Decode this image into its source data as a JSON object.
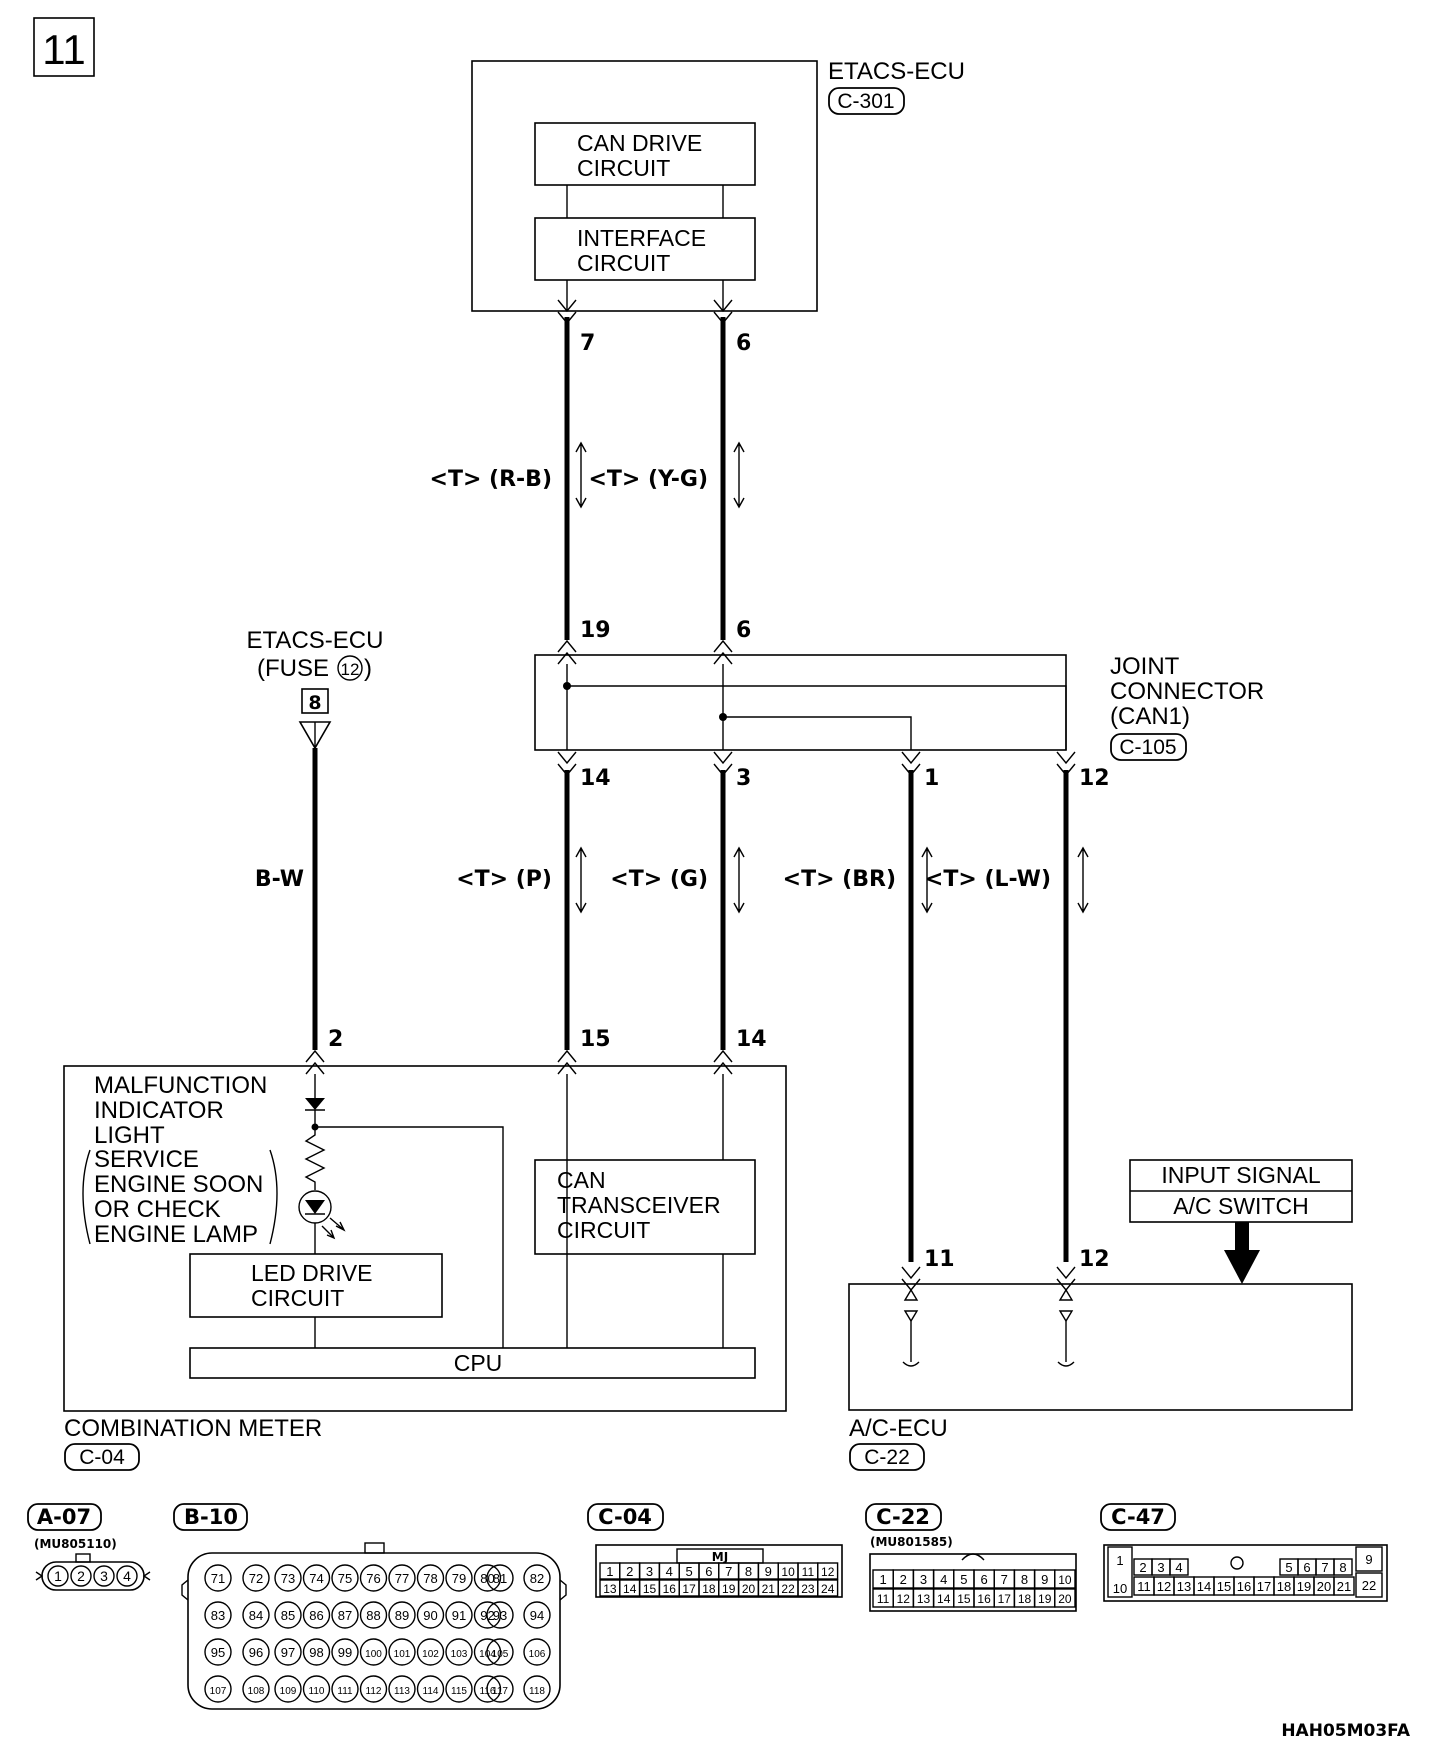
{
  "page_number": "11",
  "etacs": {
    "name": "ETACS-ECU",
    "connector": "C-301",
    "can_drive": [
      "CAN DRIVE",
      "CIRCUIT"
    ],
    "interface": [
      "INTERFACE",
      "CIRCUIT"
    ],
    "pin_left": "7",
    "pin_right": "6"
  },
  "wires_upper": {
    "left_label": "<T> (R-B)",
    "right_label": "<T> (Y-G)"
  },
  "joint": {
    "title": [
      "JOINT",
      "CONNECTOR",
      "(CAN1)"
    ],
    "connector": "C-105",
    "pin_in_left": "19",
    "pin_in_right": "6",
    "pin_out_1": "14",
    "pin_out_2": "3",
    "pin_out_3": "1",
    "pin_out_4": "12"
  },
  "fuse": {
    "title": "ETACS-ECU",
    "label": "(FUSE",
    "number": "12",
    "close": ")",
    "terminal": "8",
    "wire": "B-W"
  },
  "wires_lower": {
    "p": "<T> (P)",
    "g": "<T> (G)",
    "br": "<T> (BR)",
    "lw": "<T> (L-W)"
  },
  "meter": {
    "pin_power": "2",
    "pin_can_h": "15",
    "pin_can_l": "14",
    "mil": [
      "MALFUNCTION",
      "INDICATOR",
      "LIGHT",
      "SERVICE",
      "ENGINE SOON",
      "OR CHECK",
      "ENGINE LAMP"
    ],
    "can_transceiver": [
      "CAN",
      "TRANSCEIVER",
      "CIRCUIT"
    ],
    "led_drive": [
      "LED DRIVE",
      "CIRCUIT"
    ],
    "cpu": "CPU",
    "name": "COMBINATION METER",
    "connector": "C-04"
  },
  "ac": {
    "input_signal": "INPUT SIGNAL",
    "switch": "A/C SWITCH",
    "pin_left": "11",
    "pin_right": "12",
    "name": "A/C-ECU",
    "connector": "C-22"
  },
  "connectors": {
    "a07": {
      "tag": "A-07",
      "part": "(MU805110)",
      "pins": [
        "1",
        "2",
        "3",
        "4"
      ]
    },
    "b10": {
      "tag": "B-10",
      "rows": [
        [
          "71",
          "72",
          "73",
          "74",
          "75",
          "76",
          "77",
          "78",
          "79",
          "80",
          "81",
          "82"
        ],
        [
          "83",
          "84",
          "85",
          "86",
          "87",
          "88",
          "89",
          "90",
          "91",
          "92",
          "93",
          "94"
        ],
        [
          "95",
          "96",
          "97",
          "98",
          "99",
          "100",
          "101",
          "102",
          "103",
          "104",
          "105",
          "106"
        ],
        [
          "107",
          "108",
          "109",
          "110",
          "111",
          "112",
          "113",
          "114",
          "115",
          "116",
          "117",
          "118"
        ]
      ]
    },
    "c04": {
      "tag": "C-04",
      "key": "MJ",
      "rows": [
        [
          "1",
          "2",
          "3",
          "4",
          "5",
          "6",
          "7",
          "8",
          "9",
          "10",
          "11",
          "12"
        ],
        [
          "13",
          "14",
          "15",
          "16",
          "17",
          "18",
          "19",
          "20",
          "21",
          "22",
          "23",
          "24"
        ]
      ]
    },
    "c22": {
      "tag": "C-22",
      "part": "(MU801585)",
      "rows": [
        [
          "1",
          "2",
          "3",
          "4",
          "5",
          "6",
          "7",
          "8",
          "9",
          "10"
        ],
        [
          "11",
          "12",
          "13",
          "14",
          "15",
          "16",
          "17",
          "18",
          "19",
          "20"
        ]
      ]
    },
    "c47": {
      "tag": "C-47",
      "top_left": "1",
      "bottom_left": "10",
      "top": [
        "2",
        "3",
        "4",
        "5",
        "6",
        "7",
        "8"
      ],
      "top_right": "9",
      "bottom": [
        "11",
        "12",
        "13",
        "14",
        "15",
        "16",
        "17",
        "18",
        "19",
        "20",
        "21"
      ],
      "bottom_right": "22"
    }
  },
  "footer_code": "HAH05M03FA"
}
